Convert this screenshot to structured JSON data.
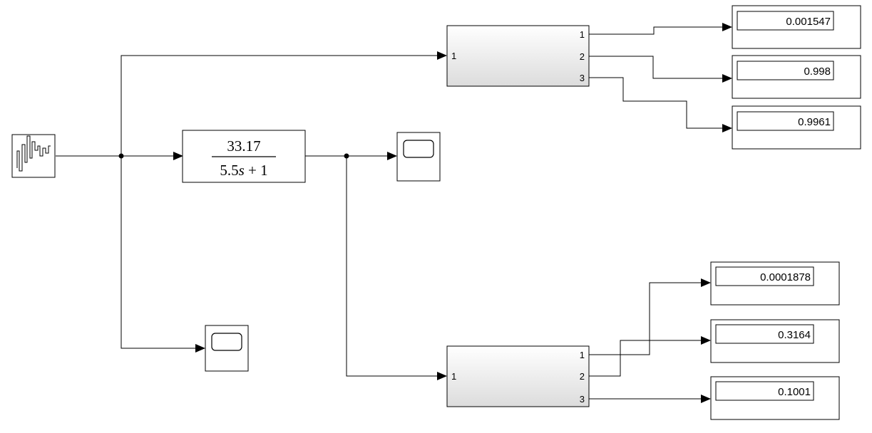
{
  "transfer_function": {
    "numerator": "33.17",
    "denominator_pre": "5.5",
    "denominator_var": "s",
    "denominator_post": " + 1"
  },
  "subsystem_top": {
    "input_label": "1",
    "output_labels": [
      "1",
      "2",
      "3"
    ]
  },
  "subsystem_bottom": {
    "input_label": "1",
    "output_labels": [
      "1",
      "2",
      "3"
    ]
  },
  "displays_top": [
    "0.001547",
    "0.998",
    "0.9961"
  ],
  "displays_bottom": [
    "0.0001878",
    "0.3164",
    "0.1001"
  ],
  "colors": {
    "line": "#000000",
    "block_border": "#000000",
    "block_fill": "#ffffff",
    "subsystem_gradient_top": "#ffffff",
    "subsystem_gradient_bottom": "#d9d9d9"
  }
}
